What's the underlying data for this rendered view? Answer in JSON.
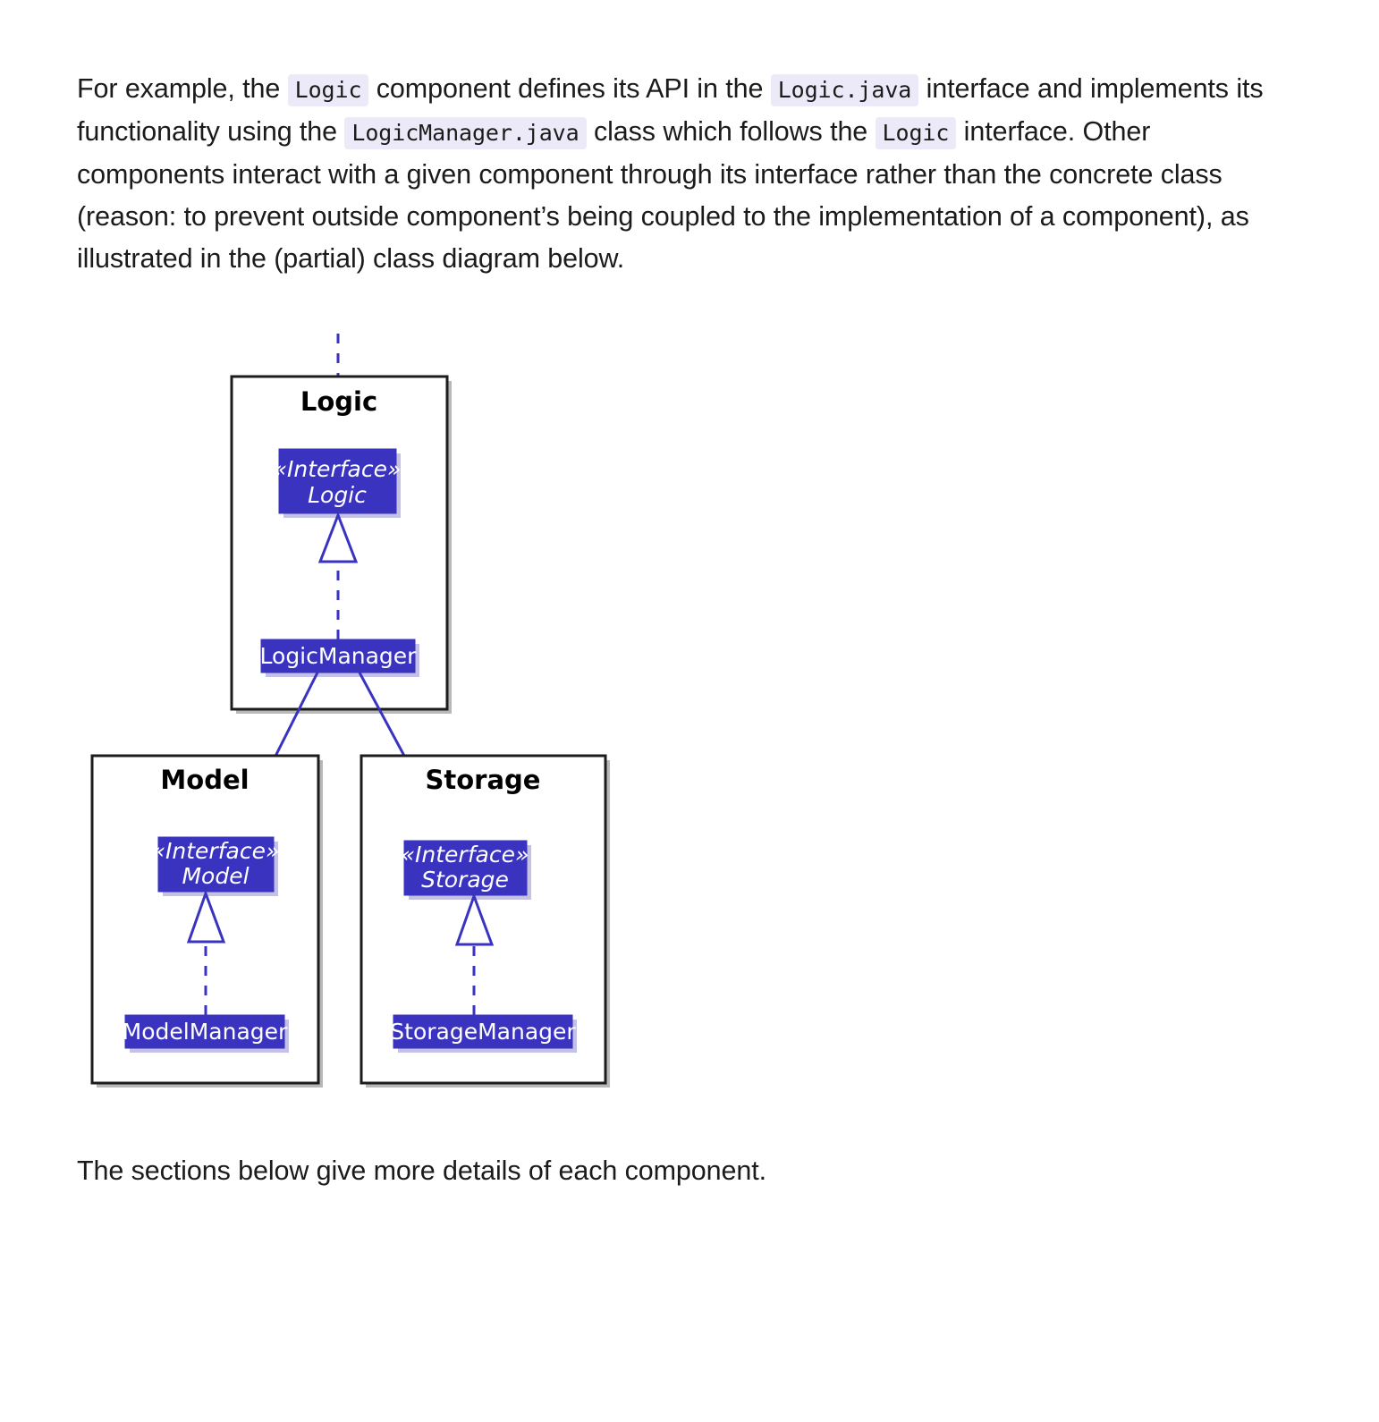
{
  "intro": {
    "seg1": "For example, the ",
    "code1": "Logic",
    "seg2": " component defines its API in the ",
    "code2": "Logic.java",
    "seg3": " interface and implements its functionality using the ",
    "code3": "LogicManager.java",
    "seg4": " class which follows the ",
    "code4": "Logic",
    "seg5": " interface. Other components interact with a given component through its interface rather than the concrete class (reason: to prevent outside component’s being coupled to the implementation of a component), as illustrated in the (partial) class diagram below."
  },
  "closing": {
    "text": "The sections below give more details of each component."
  },
  "diagram": {
    "type": "uml-class-diagram",
    "colors": {
      "node_fill": "#3a33c0",
      "node_text": "#ffffff",
      "package_border": "#1c1c1c",
      "edge": "#3a33c0",
      "arrow_head": "#2a2486",
      "background": "#ffffff"
    },
    "stereotype": "«Interface»",
    "packages": [
      {
        "id": "logic",
        "title": "Logic"
      },
      {
        "id": "model",
        "title": "Model"
      },
      {
        "id": "storage",
        "title": "Storage"
      }
    ],
    "nodes": [
      {
        "id": "logic-interface",
        "stereotype": "«Interface»",
        "name": "Logic",
        "package": "logic",
        "kind": "interface"
      },
      {
        "id": "logic-manager",
        "name": "LogicManager",
        "package": "logic",
        "kind": "class"
      },
      {
        "id": "model-interface",
        "stereotype": "«Interface»",
        "name": "Model",
        "package": "model",
        "kind": "interface"
      },
      {
        "id": "model-manager",
        "name": "ModelManager",
        "package": "model",
        "kind": "class"
      },
      {
        "id": "storage-interface",
        "stereotype": "«Interface»",
        "name": "Storage",
        "package": "storage",
        "kind": "interface"
      },
      {
        "id": "storage-manager",
        "name": "StorageManager",
        "package": "storage",
        "kind": "class"
      }
    ],
    "edges": [
      {
        "from": "external",
        "to": "logic-interface",
        "style": "dashed",
        "head": "open-arrow",
        "relation": "dependency"
      },
      {
        "from": "logic-manager",
        "to": "logic-interface",
        "style": "dashed",
        "head": "hollow-triangle",
        "relation": "realization"
      },
      {
        "from": "logic-manager",
        "to": "model-interface",
        "style": "solid",
        "head": "open-arrow",
        "relation": "dependency"
      },
      {
        "from": "logic-manager",
        "to": "storage-interface",
        "style": "solid",
        "head": "open-arrow",
        "relation": "dependency"
      },
      {
        "from": "model-manager",
        "to": "model-interface",
        "style": "dashed",
        "head": "hollow-triangle",
        "relation": "realization"
      },
      {
        "from": "storage-manager",
        "to": "storage-interface",
        "style": "dashed",
        "head": "hollow-triangle",
        "relation": "realization"
      }
    ]
  }
}
